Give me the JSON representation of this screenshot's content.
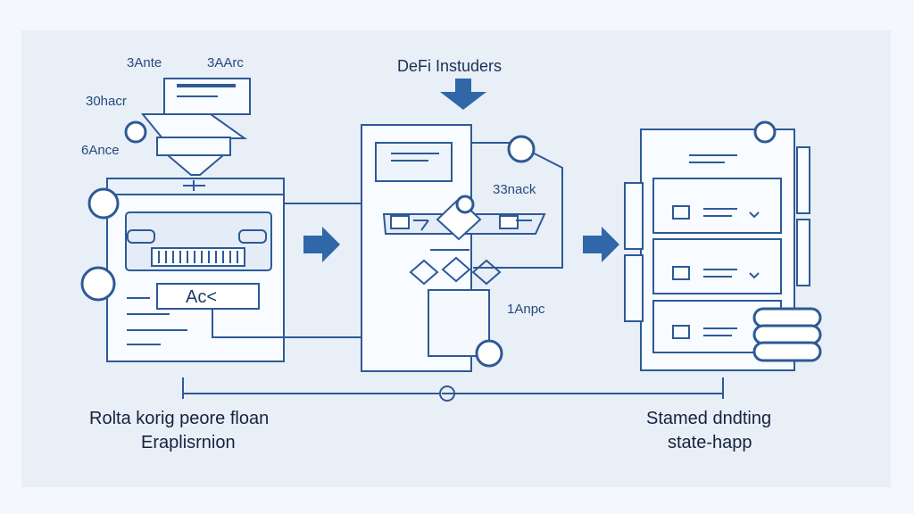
{
  "diagram": {
    "title": "DeFi Instuders",
    "left_labels": [
      "3Ante",
      "3AArc",
      "30hacr",
      "6Ance"
    ],
    "left_box_text": "Ac<",
    "middle_label_top": "33nack",
    "middle_label_bottom": "1Anpc",
    "caption_left_line1": "Rolta korig peore floan",
    "caption_left_line2": "Eraplisrnion",
    "caption_right_line1": "Stamed dndting",
    "caption_right_line2": "state-happ",
    "colors": {
      "stroke": "#2d5a96",
      "arrow": "#2f67a8",
      "panel": "#f8fbff",
      "light": "#dfe8f4"
    }
  }
}
